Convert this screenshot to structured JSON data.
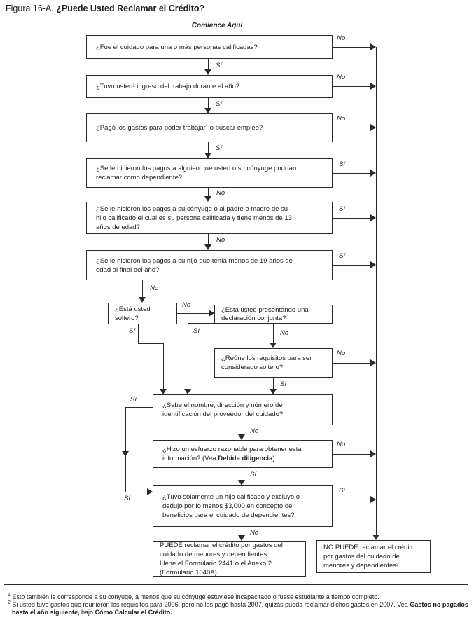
{
  "title": {
    "prefix": "Figura 16-A. ",
    "main": "¿Puede Usted Reclamar el Crédito?"
  },
  "start_label": "Comience Aquí",
  "labels": {
    "yes": "Sí",
    "no": "No"
  },
  "questions": {
    "care_qualifying_person": "¿Fue el cuidado para una o más personas calificadas?",
    "earned_income": "¿Tuvo usted¹ ingreso del trabajo durante el año?",
    "paid_expenses_to_work": "¿Pagó los gastos para poder trabajar¹ o buscar empleo?",
    "payments_to_dependent": "¿Se le hicieron los pagos a alguien que usted o su cónyuge podrían\nreclamar como dependiente?",
    "payments_to_spouse_or_parent": "¿Se le hicieron los pagos a su cónyuge o al padre o madre de su\nhijo calificado el cual es su persona calificada y tiene menos de 13\naños de edad?",
    "payments_to_child_under_19": "¿Se le hicieron los pagos a su hijo que tenía menos de 19 años de\nedad al final del año?",
    "single": "¿Está usted\nsoltero?",
    "joint_return": "¿Está usted presentando una\ndeclaración conjunta?",
    "considered_unmarried": "¿Reúne los requisitos para ser\nconsiderado soltero?",
    "provider_info": "¿Sabe el nombre, dirección y número de\nidentificación del proveedor del cuidado?",
    "due_diligence_pre": "¿Hizo un esfuerzo razonable para obtener esta\ninformación? (Vea ",
    "due_diligence_bold": "Debida diligencia",
    "due_diligence_post": ").",
    "one_child_3000": "¿Tuvo solamente un hijo calificado y excluyó o\ndedujo por lo menos $3,000 en concepto de\nbeneficios para el cuidado de dependientes?"
  },
  "results": {
    "can_claim": "PUEDE reclamar el crédito por gastos del\ncuidado de menores y dependientes.\nLlene el Formulario 2441 o el Anexo 2\n(Formulario 1040A).",
    "cannot_claim": "NO PUEDE reclamar el crédito\npor gastos del cuidado de\nmenores y dependientes²."
  },
  "footnotes": {
    "f1_marker": "1",
    "f1_text": "Esto también le corresponde a su cónyuge, a menos que su cónyuge estuviese incapacitado o fuese estudiante a tiempo completo.",
    "f2_marker": "2",
    "f2_pre": "Si usted tuvo gastos que reunieron los requisitos para 2006, pero no los pagó hasta 2007, quizás pueda reclamar dichos gastos en 2007. Vea ",
    "f2_bold1": "Gastos no pagados hasta el año siguiente,",
    "f2_mid": " bajo ",
    "f2_bold2": "Cómo Calcular el Crédito."
  }
}
